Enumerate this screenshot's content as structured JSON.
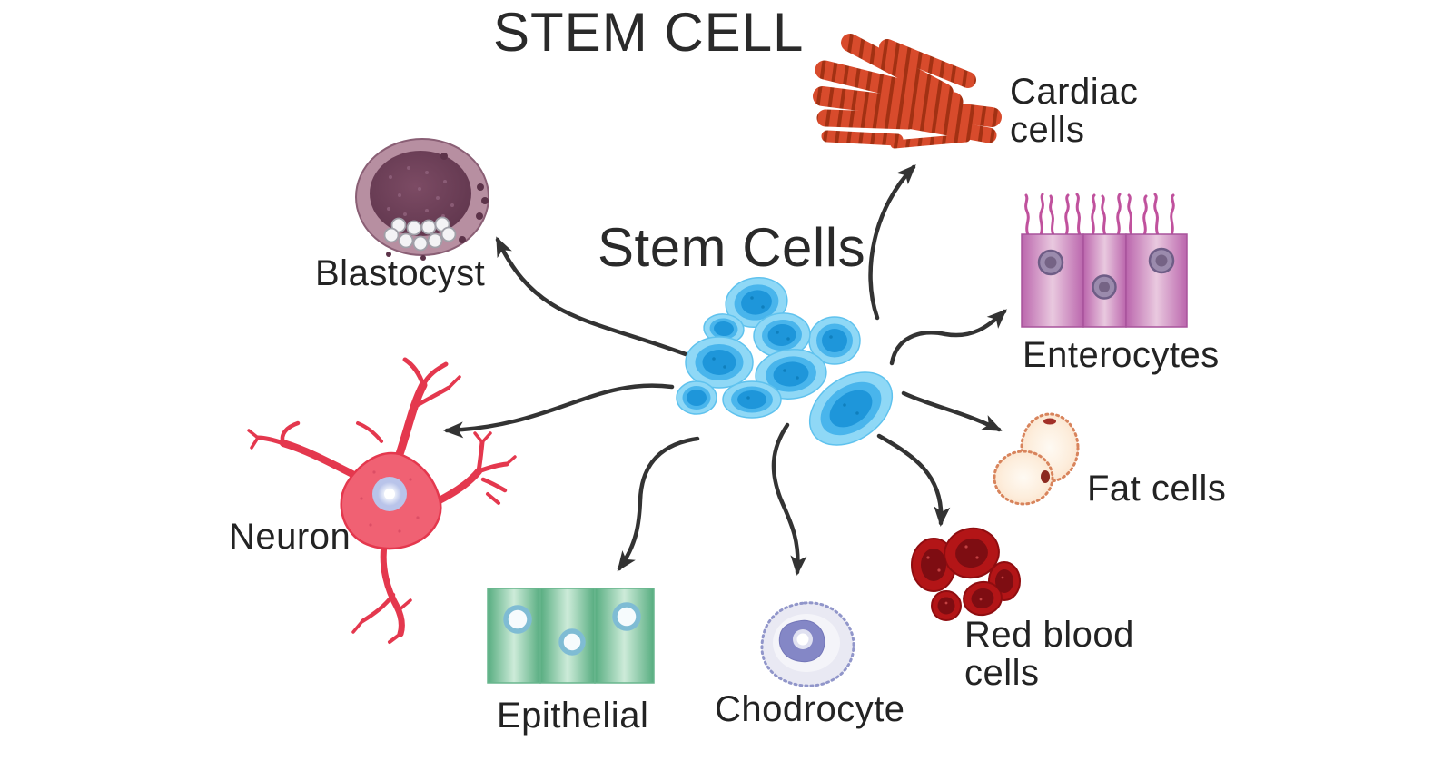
{
  "diagram": {
    "title": "STEM CELL",
    "center": {
      "label": "Stem Cells"
    },
    "nodes": [
      {
        "id": "blastocyst",
        "label": "Blastocyst"
      },
      {
        "id": "cardiac-cells",
        "label": "Cardiac cells"
      },
      {
        "id": "enterocytes",
        "label": "Enterocytes"
      },
      {
        "id": "fat-cells",
        "label": "Fat cells"
      },
      {
        "id": "red-blood-cells",
        "label": "Red blood cells"
      },
      {
        "id": "chondrocyte",
        "label": "Chodrocyte"
      },
      {
        "id": "epithelial",
        "label": "Epithelial"
      },
      {
        "id": "neuron",
        "label": "Neuron"
      }
    ],
    "edges": [
      {
        "from": "Stem Cells",
        "to": "Blastocyst"
      },
      {
        "from": "Stem Cells",
        "to": "Cardiac cells"
      },
      {
        "from": "Stem Cells",
        "to": "Enterocytes"
      },
      {
        "from": "Stem Cells",
        "to": "Fat cells"
      },
      {
        "from": "Stem Cells",
        "to": "Red blood cells"
      },
      {
        "from": "Stem Cells",
        "to": "Chodrocyte"
      },
      {
        "from": "Stem Cells",
        "to": "Epithelial"
      },
      {
        "from": "Stem Cells",
        "to": "Neuron"
      }
    ],
    "colors": {
      "background": "#ffffff",
      "text": "#232323",
      "arrow": "#333333",
      "stem_cell_blue_outer": "#8fd8f6",
      "stem_cell_blue_mid": "#49b5ec",
      "stem_cell_blue_inner": "#1e96da",
      "blastocyst_ring": "#b78fa1",
      "blastocyst_inner": "#63394f",
      "cardiac_red": "#d84b2c",
      "cardiac_stripe": "#a23113",
      "enterocyte_pink": "#bb66ad",
      "fat_cream": "#fbe3cc",
      "fat_outline": "#d8845c",
      "red_blood_cell": "#b31517",
      "chondrocyte_body": "#e9e9f3",
      "chondrocyte_nucleus": "#8487c6",
      "epithelial_green": "#57ad80",
      "neuron_red": "#f06173"
    }
  }
}
